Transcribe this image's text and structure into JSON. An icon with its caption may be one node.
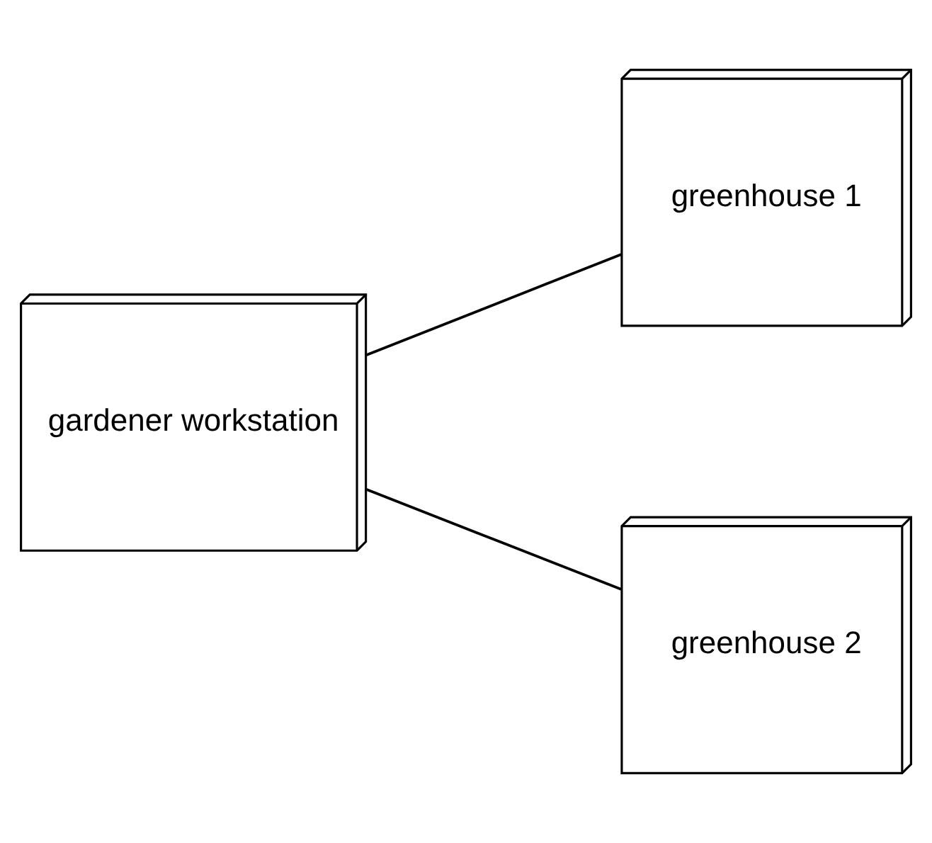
{
  "diagram": {
    "nodes": [
      {
        "text": [
          "gardener workstation"
        ]
      },
      {
        "text": [
          "greenhouse 1"
        ]
      },
      {
        "text": [
          "greenhouse 2"
        ]
      }
    ],
    "edges": [
      {
        "from": 0,
        "to": 1,
        "arrow": "none"
      },
      {
        "from": 0,
        "to": 2,
        "arrow": "none"
      }
    ]
  }
}
